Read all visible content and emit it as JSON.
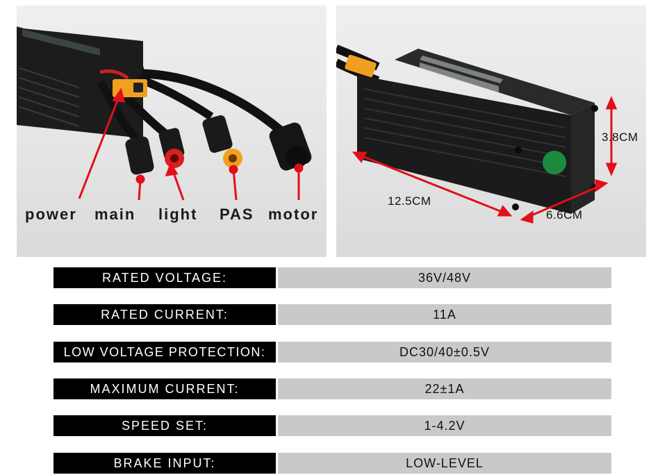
{
  "connector_labels": {
    "power": "power",
    "main": "main",
    "light": "light",
    "pas": "PAS",
    "motor": "motor"
  },
  "dimensions": {
    "length": "12.5CM",
    "width": "6.6CM",
    "height": "3.8CM"
  },
  "specs": [
    {
      "label": "RATED VOLTAGE:",
      "value": "36V/48V"
    },
    {
      "label": "RATED CURRENT:",
      "value": "11A"
    },
    {
      "label": "LOW VOLTAGE PROTECTION:",
      "value": "DC30/40±0.5V"
    },
    {
      "label": "MAXIMUM CURRENT:",
      "value": "22±1A"
    },
    {
      "label": "SPEED SET:",
      "value": "1-4.2V"
    },
    {
      "label": "BRAKE INPUT:",
      "value": "LOW-LEVEL"
    }
  ],
  "colors": {
    "callout_red": "#e0101a",
    "label_bg": "#000000",
    "value_bg": "#c9c9c9",
    "connector_yellow": "#f0a020"
  }
}
